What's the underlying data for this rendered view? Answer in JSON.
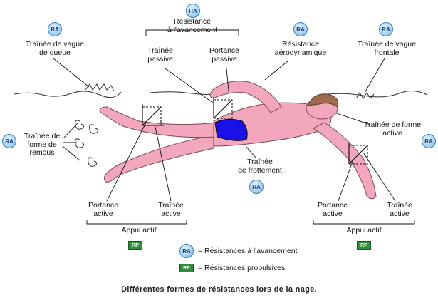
{
  "badges": {
    "ra": "RA",
    "rp": "RP"
  },
  "labels": {
    "resistance_avancement": "Résistance\nà l'avancement",
    "trainee_vague_queue": "Traînée de vague\nde queue",
    "trainee_passive": "Traînée\npassive",
    "portance_passive": "Portance\npassive",
    "resistance_aero": "Résistance\naérodynamique",
    "trainee_vague_frontale": "Traînée de vague\nfrontale",
    "trainee_forme_remous": "Traînée de\nforme de\nremous",
    "trainee_forme_active": "Traînée de forme\nactive",
    "trainee_frottement": "Traînée\nde frottement",
    "portance_active_left": "Portance\nactive",
    "trainee_active_left": "Traînée\nactive",
    "portance_active_right": "Portance\nactive",
    "trainee_active_right": "Traînée\nactive",
    "appui_actif_left": "Appui actif",
    "appui_actif_right": "Appui actif"
  },
  "legend": {
    "ra_text": "= Résistances à l'avancement",
    "rp_text": "= Résistances propulsives"
  },
  "caption": "Différentes formes de résistances lors de la nage.",
  "colors": {
    "skin": "#f3a7bd",
    "suit": "#1a10e8",
    "hair": "#a06a4f",
    "ra_badge": "#a9d4f5",
    "rp_badge": "#2f8f3a"
  }
}
